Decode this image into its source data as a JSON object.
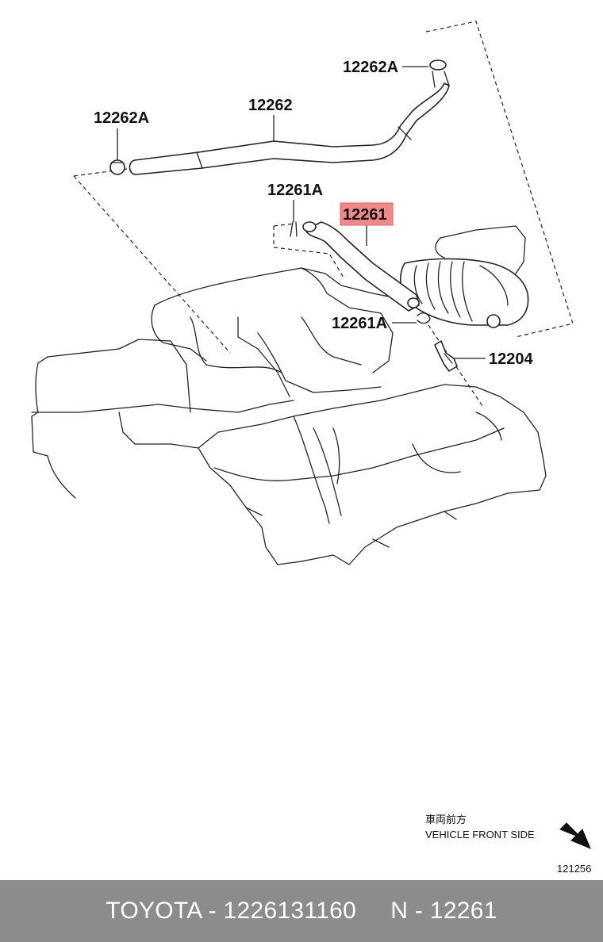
{
  "labels": {
    "clamp_top": "12262A",
    "clamp_left": "12262A",
    "hose_upper": "12262",
    "clamp_mid_top": "12261A",
    "hose_highlight": "12261",
    "clamp_mid_bottom": "12261A",
    "valve": "12204"
  },
  "direction_note": {
    "japanese": "車両前方",
    "english": "VEHICLE FRONT SIDE"
  },
  "diagram_ref": "121256",
  "footer": {
    "brand": "TOYOTA",
    "part_number": "1226131160",
    "ref_code": "N - 12261",
    "text": "TOYOTA - 1226131160     N - 12261"
  },
  "colors": {
    "highlight": "#f08a8a",
    "footer_bg": "#8c8c8c",
    "footer_text": "#ffffff"
  }
}
